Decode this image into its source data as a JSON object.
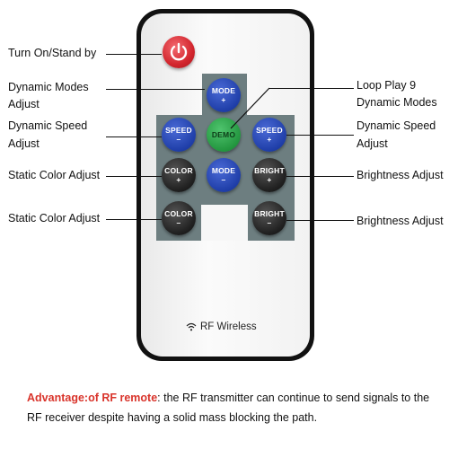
{
  "labels": {
    "turn_on": "Turn On/Stand by",
    "dynamic_modes_1": "Dynamic Modes",
    "dynamic_modes_2": "Adjust",
    "dynamic_speed_1": "Dynamic Speed",
    "dynamic_speed_2": "Adjust",
    "static_color_1": "Static Color Adjust",
    "static_color_2": "Static Color Adjust",
    "loop_play_1": "Loop Play 9",
    "loop_play_2": "Dynamic Modes",
    "dynamic_speed_r1": "Dynamic Speed",
    "dynamic_speed_r2": "Adjust",
    "brightness_1": "Brightness Adjust",
    "brightness_2": "Brightness Adjust"
  },
  "buttons": {
    "mode_plus": {
      "top": "MODE",
      "bottom": "+"
    },
    "speed_minus": {
      "top": "SPEED",
      "bottom": "–"
    },
    "demo": {
      "top": "DEMO"
    },
    "speed_plus": {
      "top": "SPEED",
      "bottom": "+"
    },
    "color_plus": {
      "top": "COLOR",
      "bottom": "+"
    },
    "mode_minus": {
      "top": "MODE",
      "bottom": "–"
    },
    "bright_plus": {
      "top": "BRIGHT",
      "bottom": "+"
    },
    "color_minus": {
      "top": "COLOR",
      "bottom": "–"
    },
    "bright_minus": {
      "top": "BRIGHT",
      "bottom": "–"
    }
  },
  "rf_label": "RF Wireless",
  "advantage": {
    "highlight": "Advantage:of RF remote",
    "text": ": the RF transmitter can continue to send signals to the RF receiver despite having a solid mass blocking the path."
  },
  "colors": {
    "power": "#d3262e",
    "blue_button": "#1f3ea8",
    "green_button": "#23963f",
    "black_button": "#222222",
    "panel": "#6d7e80",
    "highlight": "#d9342b"
  }
}
